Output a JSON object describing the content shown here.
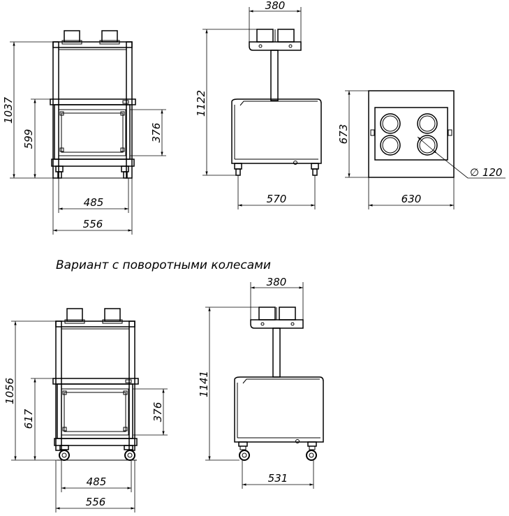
{
  "caption": "Вариант с поворотными колесами",
  "top_views": {
    "front": {
      "height_total": "1037",
      "height_lower": "599",
      "inner_height": "376",
      "width_inner": "485",
      "width_outer": "556"
    },
    "side": {
      "shelf_width": "380",
      "height_total": "1122",
      "depth": "570"
    },
    "plan": {
      "height": "673",
      "width": "630",
      "hole_diameter": "∅ 120"
    }
  },
  "bottom_views": {
    "front": {
      "height_total": "1056",
      "height_lower": "617",
      "inner_height": "376",
      "width_inner": "485",
      "width_outer": "556"
    },
    "side": {
      "shelf_width": "380",
      "height_total": "1141",
      "depth": "531"
    }
  }
}
